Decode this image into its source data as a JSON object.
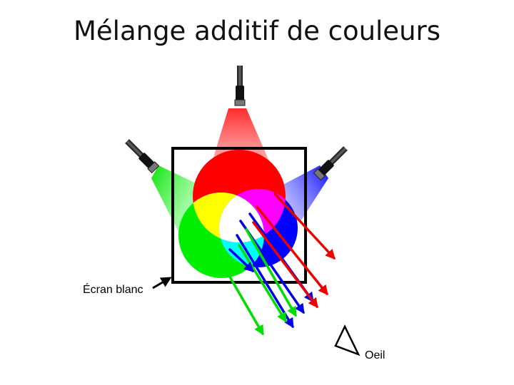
{
  "title": "Mélange additif de couleurs",
  "labels": {
    "screen": "Écran blanc",
    "eye": "Oeil"
  },
  "colors": {
    "red": "#ff0000",
    "green": "#00ee00",
    "blue": "#0000ff",
    "yellow": "#ffff00",
    "magenta": "#ff00ff",
    "cyan": "#00ffff",
    "white": "#ffffff",
    "screen_border": "#000000",
    "flashlight": "#1a1a1a"
  },
  "icons": [
    "flashlight-red-icon",
    "flashlight-green-icon",
    "flashlight-blue-icon",
    "eye-icon"
  ]
}
